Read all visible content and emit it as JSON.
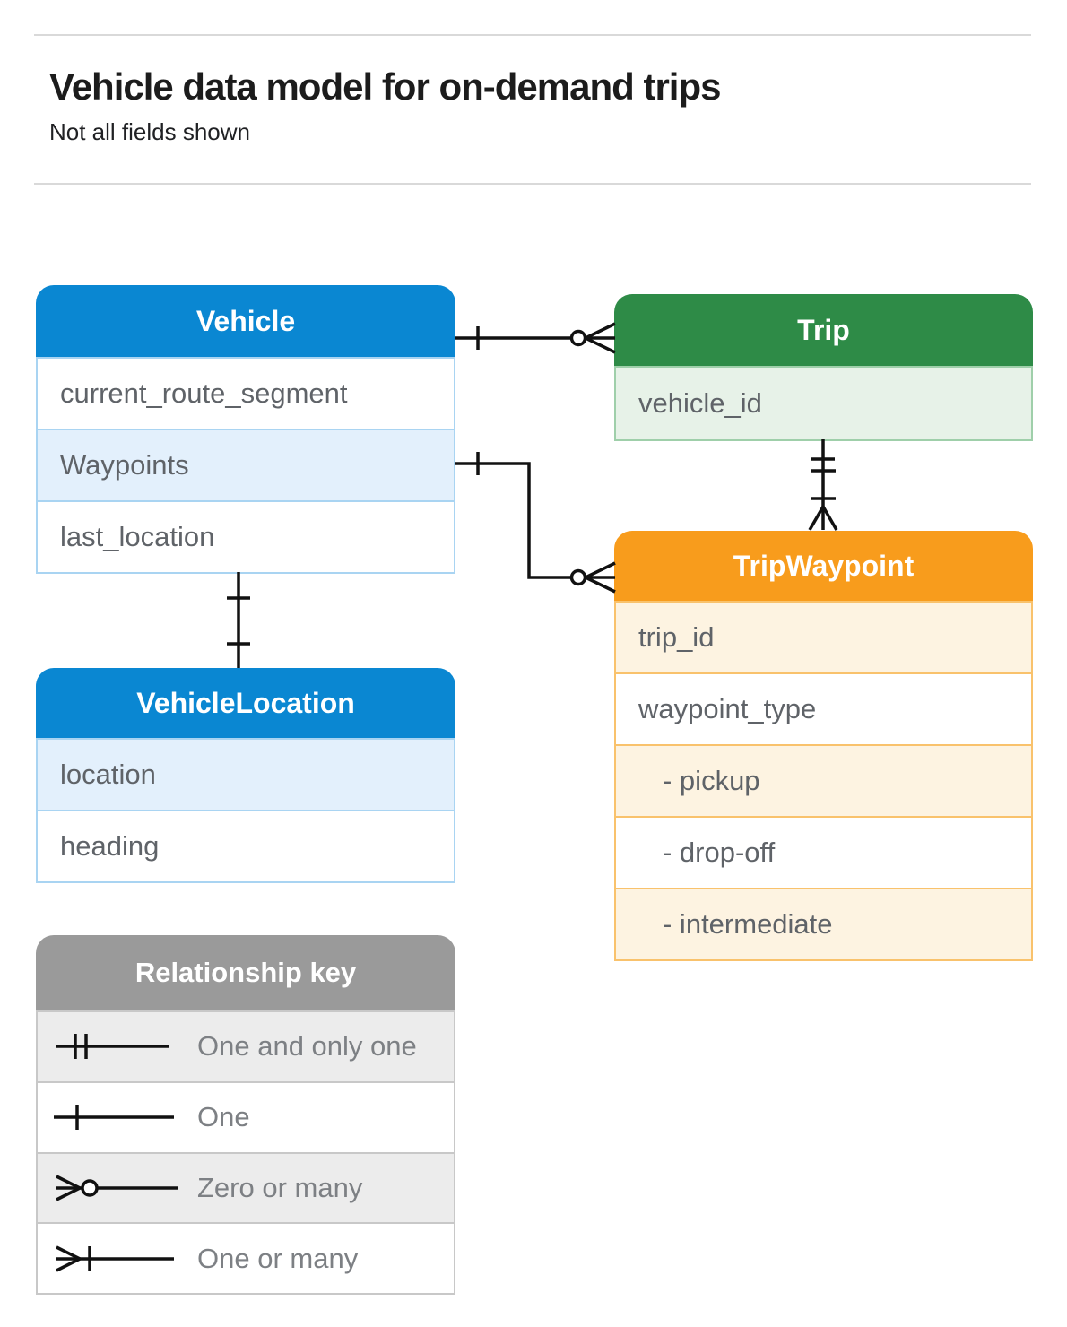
{
  "page": {
    "title": "Vehicle data model for on-demand trips",
    "subtitle": "Not all fields shown"
  },
  "colors": {
    "blue": "#0a87d2",
    "blue_light": "#e3f0fc",
    "blue_border": "#a9d4f2",
    "green": "#2e8b47",
    "green_light": "#e7f2e8",
    "green_border": "#9fcfaa",
    "orange": "#f89c1c",
    "orange_light": "#fdf3e1",
    "orange_border": "#f9c26c",
    "gray": "#9a9a9a",
    "gray_light": "#ececec",
    "gray_border": "#c8c8c8",
    "text": "#5f6368",
    "connector": "#111111"
  },
  "entities": {
    "vehicle": {
      "title": "Vehicle",
      "rows": [
        {
          "label": "current_route_segment"
        },
        {
          "label": "Waypoints"
        },
        {
          "label": "last_location"
        }
      ]
    },
    "trip": {
      "title": "Trip",
      "rows": [
        {
          "label": "vehicle_id"
        }
      ]
    },
    "trip_waypoint": {
      "title": "TripWaypoint",
      "rows": [
        {
          "label": "trip_id"
        },
        {
          "label": "waypoint_type"
        },
        {
          "label": "- pickup"
        },
        {
          "label": "- drop-off"
        },
        {
          "label": "- intermediate"
        }
      ]
    },
    "vehicle_location": {
      "title": "VehicleLocation",
      "rows": [
        {
          "label": "location"
        },
        {
          "label": "heading"
        }
      ]
    }
  },
  "legend": {
    "title": "Relationship key",
    "items": [
      {
        "symbol": "one-and-only-one",
        "label": "One and only one"
      },
      {
        "symbol": "one",
        "label": "One"
      },
      {
        "symbol": "zero-or-many",
        "label": "Zero or many"
      },
      {
        "symbol": "one-or-many",
        "label": "One or many"
      }
    ]
  },
  "relationships": [
    {
      "from": "Vehicle",
      "to": "Trip",
      "from_cardinality": "one",
      "to_cardinality": "zero-or-many"
    },
    {
      "from": "Vehicle.Waypoints",
      "to": "TripWaypoint",
      "from_cardinality": "one",
      "to_cardinality": "zero-or-many"
    },
    {
      "from": "Trip",
      "to": "TripWaypoint",
      "from_cardinality": "one-and-only-one",
      "to_cardinality": "one-or-many"
    },
    {
      "from": "Vehicle",
      "to": "VehicleLocation",
      "from_cardinality": "one",
      "to_cardinality": "one"
    }
  ]
}
